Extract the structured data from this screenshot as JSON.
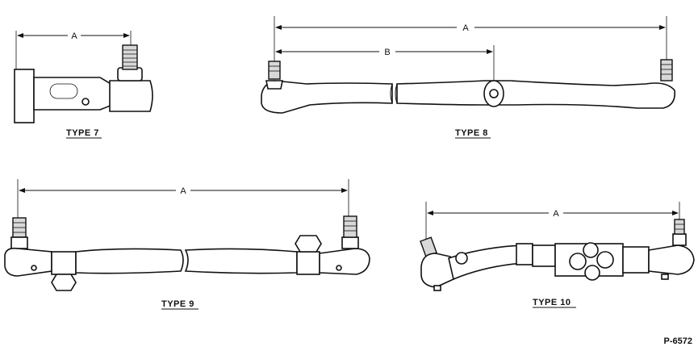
{
  "figure": {
    "type7": {
      "caption": "TYPE 7",
      "dim_a": "A"
    },
    "type8": {
      "caption": "TYPE 8",
      "dim_a": "A",
      "dim_b": "B"
    },
    "type9": {
      "caption": "TYPE 9",
      "dim_a": "A"
    },
    "type10": {
      "caption": "TYPE 10",
      "dim_a": "A"
    },
    "plate_number": "P-6572"
  }
}
